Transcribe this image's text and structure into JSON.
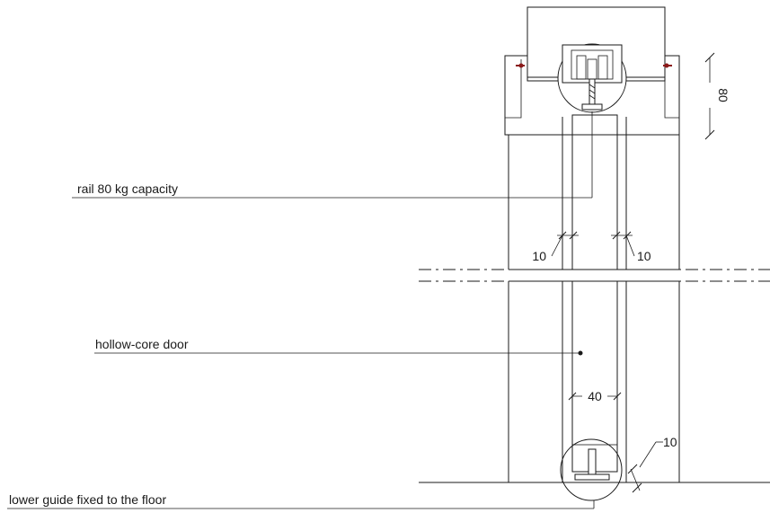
{
  "labels": {
    "rail": "rail 80 kg capacity",
    "door": "hollow-core door",
    "guide": "lower guide fixed to the floor"
  },
  "dimensions": {
    "header_height": "80",
    "gap_left": "10",
    "gap_right": "10",
    "door_thickness": "40",
    "floor_gap": "10"
  },
  "colors": {
    "line": "#1a1a1a",
    "screw_accent": "#8b1a1a"
  }
}
